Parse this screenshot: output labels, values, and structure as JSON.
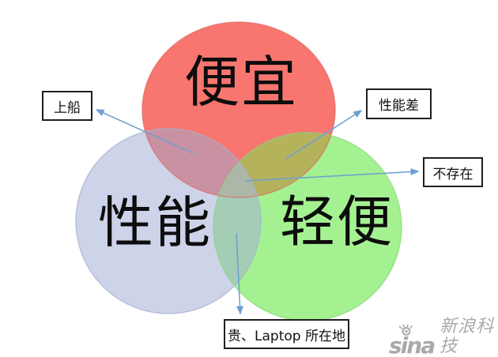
{
  "diagram": {
    "type": "venn-3-circles",
    "arrow_color": "#6B9FD4",
    "circles": [
      {
        "id": "cheap",
        "label": "便宜",
        "fill": "#F8766F",
        "stroke": "#DC6B65"
      },
      {
        "id": "performance",
        "label": "性能",
        "fill": "#CDD3E9",
        "stroke": "#A6B0CF"
      },
      {
        "id": "portable",
        "label": "轻便",
        "fill": "#A4F191",
        "stroke": "#8BD67B"
      }
    ],
    "overlaps": {
      "cheap_performance": "#C992A2",
      "cheap_portable": "#B5B25C",
      "performance_portable": "#A4CDB5",
      "all_three": "#ACB7A7"
    },
    "callouts": [
      {
        "id": "shangchuan",
        "label": "上船",
        "points_to": "cheap_performance"
      },
      {
        "id": "xingnengcha",
        "label": "性能差",
        "points_to": "cheap_portable"
      },
      {
        "id": "bucunzai",
        "label": "不存在",
        "points_to": "all_three"
      },
      {
        "id": "laptop",
        "label": "贵、Laptop 所在地",
        "points_to": "performance_portable"
      }
    ]
  },
  "watermark": {
    "logo": "sina",
    "brand": "新浪科技",
    "color": "#A9A9A9",
    "eye_icon": "sina-eye-icon"
  }
}
